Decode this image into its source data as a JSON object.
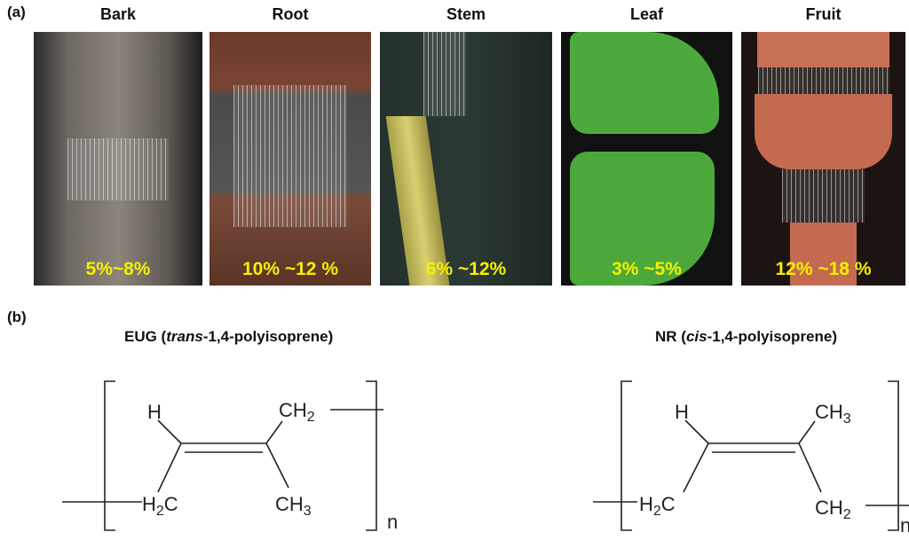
{
  "panel_a": {
    "label": "(a)",
    "samples": [
      {
        "name": "Bark",
        "content": "5%~8%"
      },
      {
        "name": "Root",
        "content": "10% ~12 %"
      },
      {
        "name": "Stem",
        "content": "6% ~12%"
      },
      {
        "name": "Leaf",
        "content": "3% ~5%"
      },
      {
        "name": "Fruit",
        "content": "12% ~18 %"
      }
    ]
  },
  "panel_b": {
    "label": "(b)",
    "eug": {
      "prefix": "EUG (",
      "italic": "trans",
      "suffix": "-1,4-polyisoprene)",
      "h": "H",
      "ch2": "CH2",
      "h2c": "H2C",
      "ch3": "CH3",
      "n": "n"
    },
    "nr": {
      "prefix": "NR (",
      "italic": "cis",
      "suffix": "-1,4-polyisoprene)",
      "h": "H",
      "ch3": "CH3",
      "h2c": "H2C",
      "ch2": "CH2",
      "n": "n"
    }
  }
}
